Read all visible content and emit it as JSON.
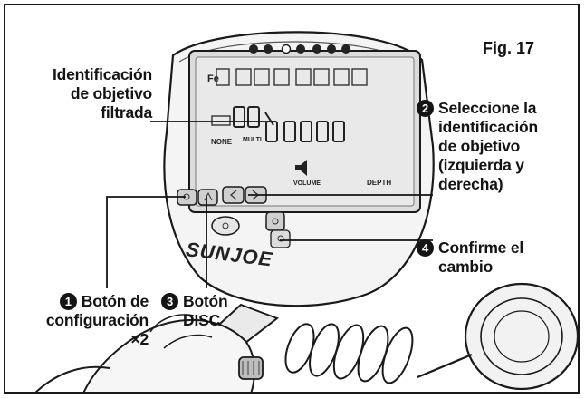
{
  "figure": {
    "label": "Fig. 17"
  },
  "brand": {
    "name": "SUNJOE"
  },
  "lcd": {
    "fe_mark": "Fe",
    "none_label": "NONE",
    "multi_label": "MULTI",
    "volume_label": "VOLUME",
    "depth_label": "DEPTH"
  },
  "callouts": {
    "filtered": {
      "lines": [
        "Identificación",
        "de objetivo",
        "filtrada"
      ]
    },
    "select": {
      "number": "2",
      "lines": [
        "Seleccione la",
        "identificación",
        "de objetivo",
        "(izquierda y",
        "derecha)"
      ]
    },
    "confirm": {
      "number": "4",
      "lines": [
        "Confirme el",
        "cambio"
      ]
    },
    "config": {
      "number": "1",
      "lines": [
        "Botón de",
        "configuración",
        "×2"
      ]
    },
    "disc": {
      "number": "3",
      "lines": [
        "Botón",
        "DISC"
      ]
    }
  }
}
